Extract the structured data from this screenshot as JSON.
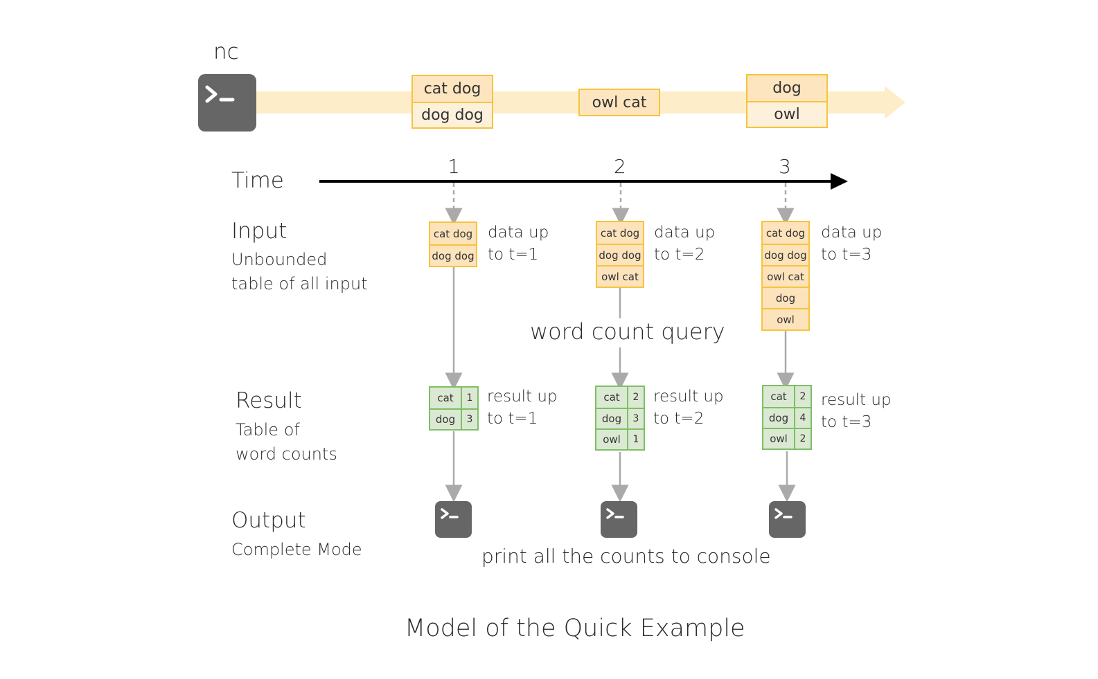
{
  "source": {
    "label": "nc",
    "batches": [
      {
        "lines": [
          "cat dog",
          "dog dog"
        ]
      },
      {
        "lines": [
          "owl cat"
        ]
      },
      {
        "lines": [
          "dog",
          "owl"
        ]
      }
    ]
  },
  "timeline": {
    "label": "Time",
    "ticks": [
      "1",
      "2",
      "3"
    ]
  },
  "rows": {
    "input": {
      "title": "Input",
      "sub1": "Unbounded",
      "sub2": "table of all input"
    },
    "result": {
      "title": "Result",
      "sub1": "Table of",
      "sub2": "word counts"
    },
    "output": {
      "title": "Output",
      "sub1": "Complete Mode"
    }
  },
  "steps": [
    {
      "input_rows": [
        "cat dog",
        "dog dog"
      ],
      "input_note": [
        "data up",
        "to t=1"
      ],
      "result_rows": [
        [
          "cat",
          "1"
        ],
        [
          "dog",
          "3"
        ]
      ],
      "result_note": [
        "result up",
        "to t=1"
      ]
    },
    {
      "input_rows": [
        "cat dog",
        "dog dog",
        "owl cat"
      ],
      "input_note": [
        "data up",
        "to t=2"
      ],
      "result_rows": [
        [
          "cat",
          "2"
        ],
        [
          "dog",
          "3"
        ],
        [
          "owl",
          "1"
        ]
      ],
      "result_note": [
        "result up",
        "to t=2"
      ]
    },
    {
      "input_rows": [
        "cat dog",
        "dog dog",
        "owl cat",
        "dog",
        "owl"
      ],
      "input_note": [
        "data up",
        "to t=3"
      ],
      "result_rows": [
        [
          "cat",
          "2"
        ],
        [
          "dog",
          "4"
        ],
        [
          "owl",
          "2"
        ]
      ],
      "result_note": [
        "result up",
        "to t=3"
      ]
    }
  ],
  "query_label": "word count query",
  "output_note": "print all the counts to console",
  "caption": "Model of the Quick Example",
  "icons": {
    "terminal": "terminal-icon",
    "arrow": "arrow-down-icon"
  },
  "colors": {
    "input_border": "#f7c33c",
    "input_fill": "#fde3bb",
    "result_border": "#7dbf66",
    "result_fill": "#dbe9d3",
    "terminal": "#666666",
    "stream": "#fdeec9",
    "connector": "#aaaaaa"
  }
}
